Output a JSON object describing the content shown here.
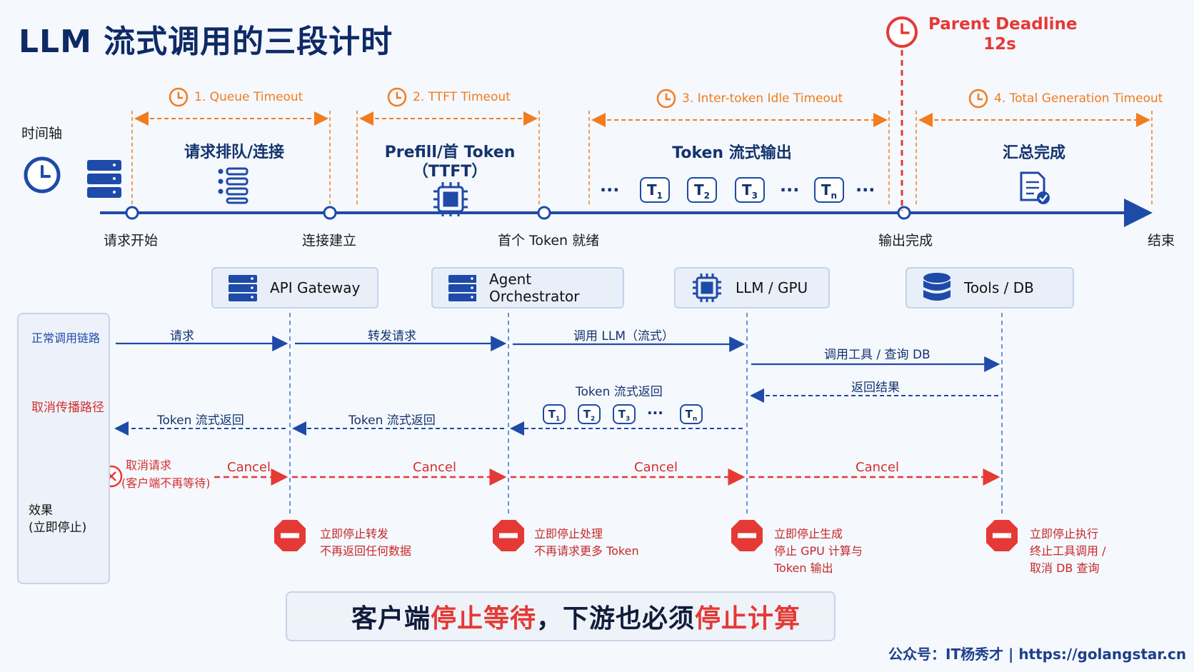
{
  "title": "LLM 流式调用的三段计时",
  "deadline": {
    "line1": "Parent Deadline",
    "line2": "12s"
  },
  "timeline": {
    "axis_label": "时间轴",
    "points": [
      "请求开始",
      "连接建立",
      "首个 Token 就绪",
      "输出完成",
      "结束"
    ],
    "phases": [
      {
        "label": "1. Queue Timeout",
        "text": "请求排队/连接"
      },
      {
        "label": "2. TTFT Timeout",
        "text": "Prefill/首 Token",
        "text2": "（TTFT）"
      },
      {
        "label": "3. Inter-token Idle Timeout",
        "text": "Token 流式输出"
      },
      {
        "label": "4. Total Generation Timeout",
        "text": "汇总完成"
      }
    ],
    "tokens": [
      "T1",
      "T2",
      "T3",
      "Tn"
    ],
    "dots": "···"
  },
  "services": [
    "API Gateway",
    "Agent Orchestrator",
    "LLM / GPU",
    "Tools / DB"
  ],
  "legend": {
    "normal": "正常调用链路",
    "cancel": "取消传播路径",
    "effect": "效果",
    "effect_sub": "(立即停止)"
  },
  "flows": {
    "request": "请求",
    "forward": "转发请求",
    "call_llm": "调用 LLM（流式）",
    "call_tools": "调用工具 / 查询 DB",
    "return_result": "返回结果",
    "token_return": "Token 流式返回",
    "cancel_request": "取消请求",
    "cancel_request_sub": "(客户端不再等待)",
    "cancel": "Cancel"
  },
  "effects": [
    {
      "l1": "立即停止转发",
      "l2": "不再返回任何数据"
    },
    {
      "l1": "立即停止处理",
      "l2": "不再请求更多 Token"
    },
    {
      "l1": "立即停止生成",
      "l2": "停止 GPU 计算与",
      "l3": "Token 输出"
    },
    {
      "l1": "立即停止执行",
      "l2": "终止工具调用 /",
      "l3": "取消 DB 查询"
    }
  ],
  "banner": {
    "part1": "客户端",
    "part2": "停止等待",
    "part3": "，下游也必须",
    "part4": "停止计算"
  },
  "footer": "公众号：IT杨秀才  |  https://golangstar.cn",
  "colors": {
    "navy": "#1e4aa8",
    "orange": "#f27c1e",
    "red": "#e53935",
    "dark": "#13336e"
  }
}
